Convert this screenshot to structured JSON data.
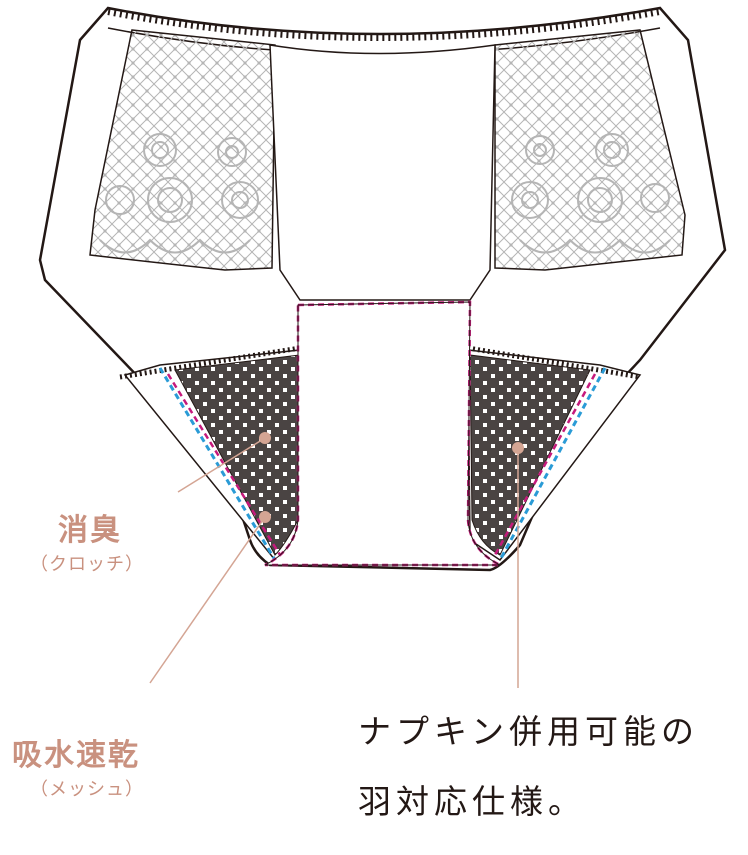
{
  "labels": {
    "deodorant": {
      "main": "消臭",
      "sub": "（クロッチ）"
    },
    "absorb": {
      "main": "吸水速乾",
      "sub": "（メッシュ）"
    },
    "caption": {
      "line1": "ナプキン併用可能の",
      "line2": "羽対応仕様。"
    }
  },
  "colors": {
    "outline": "#231815",
    "lace": "#b5b5b5",
    "crotch_fill": "#4a4443",
    "mesh_stitch": "#2a9bd6",
    "wing_stitch": "#c51a7c",
    "label": "#c9917f",
    "leader": "#d4a594"
  }
}
